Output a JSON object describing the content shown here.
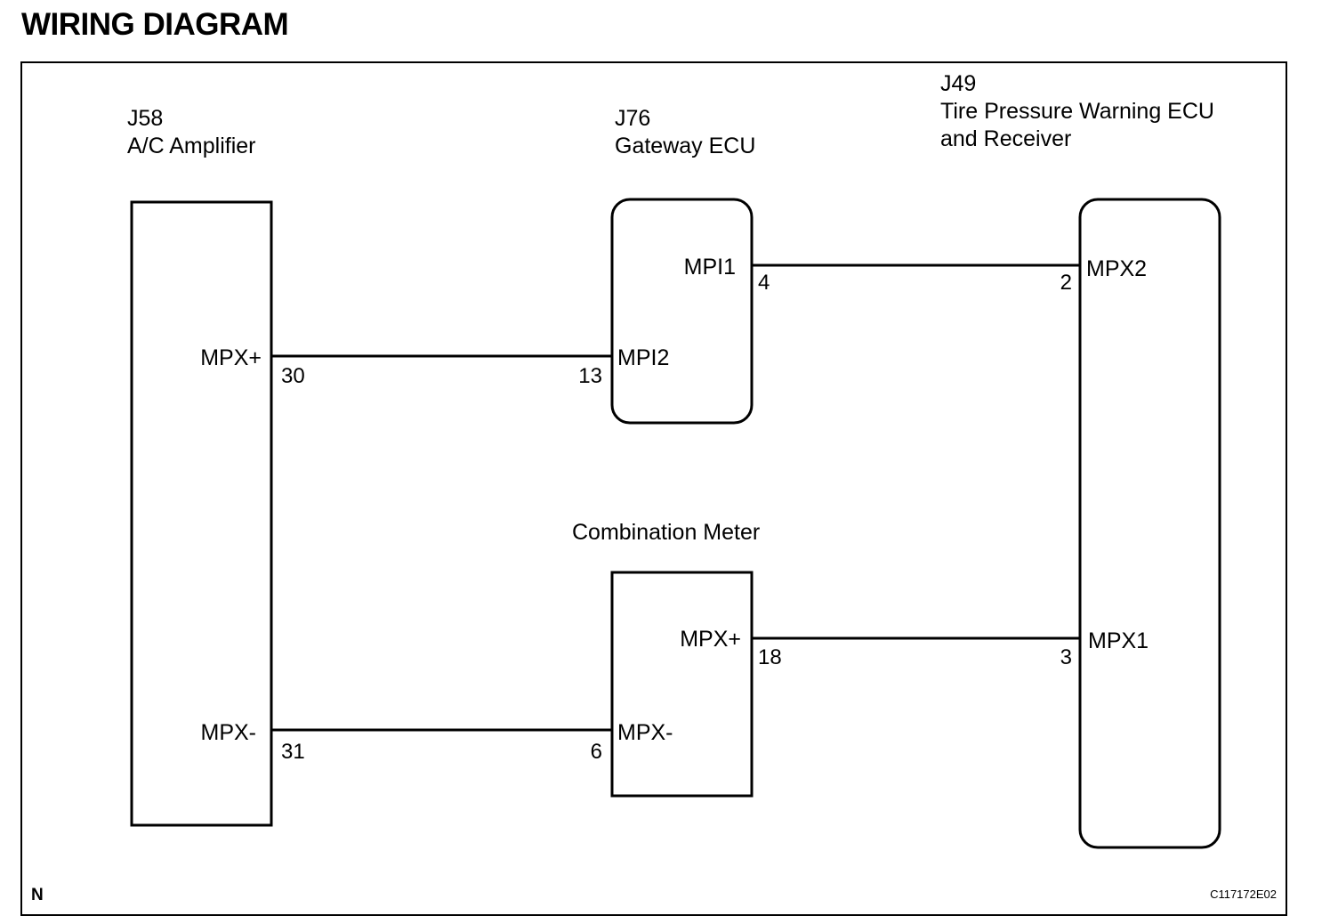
{
  "title": "WIRING DIAGRAM",
  "components": {
    "ac_amplifier": {
      "code": "J58",
      "name": "A/C Amplifier",
      "pins": {
        "mpx_plus": "MPX+",
        "mpx_minus": "MPX-"
      }
    },
    "gateway_ecu": {
      "code": "J76",
      "name": "Gateway ECU",
      "pins": {
        "mpi1": "MPI1",
        "mpi2": "MPI2"
      }
    },
    "tire_pressure_ecu": {
      "code": "J49",
      "name_line1": "Tire Pressure Warning ECU",
      "name_line2": "and Receiver",
      "pins": {
        "mpx2": "MPX2",
        "mpx1": "MPX1"
      }
    },
    "combination_meter": {
      "name": "Combination Meter",
      "pins": {
        "mpx_plus": "MPX+",
        "mpx_minus": "MPX-"
      }
    }
  },
  "wires": [
    {
      "from": "MPX+ (J58)",
      "from_pin": "30",
      "to": "MPI2 (J76)",
      "to_pin": "13"
    },
    {
      "from": "MPI1 (J76)",
      "from_pin": "4",
      "to": "MPX2 (J49)",
      "to_pin": "2"
    },
    {
      "from": "MPX+ (Combination Meter)",
      "from_pin": "18",
      "to": "MPX1 (J49)",
      "to_pin": "3"
    },
    {
      "from": "MPX- (J58)",
      "from_pin": "31",
      "to": "MPX- (Combination Meter)",
      "to_pin": "6"
    }
  ],
  "footer": {
    "left_mark": "N",
    "figure_code": "C117172E02"
  }
}
